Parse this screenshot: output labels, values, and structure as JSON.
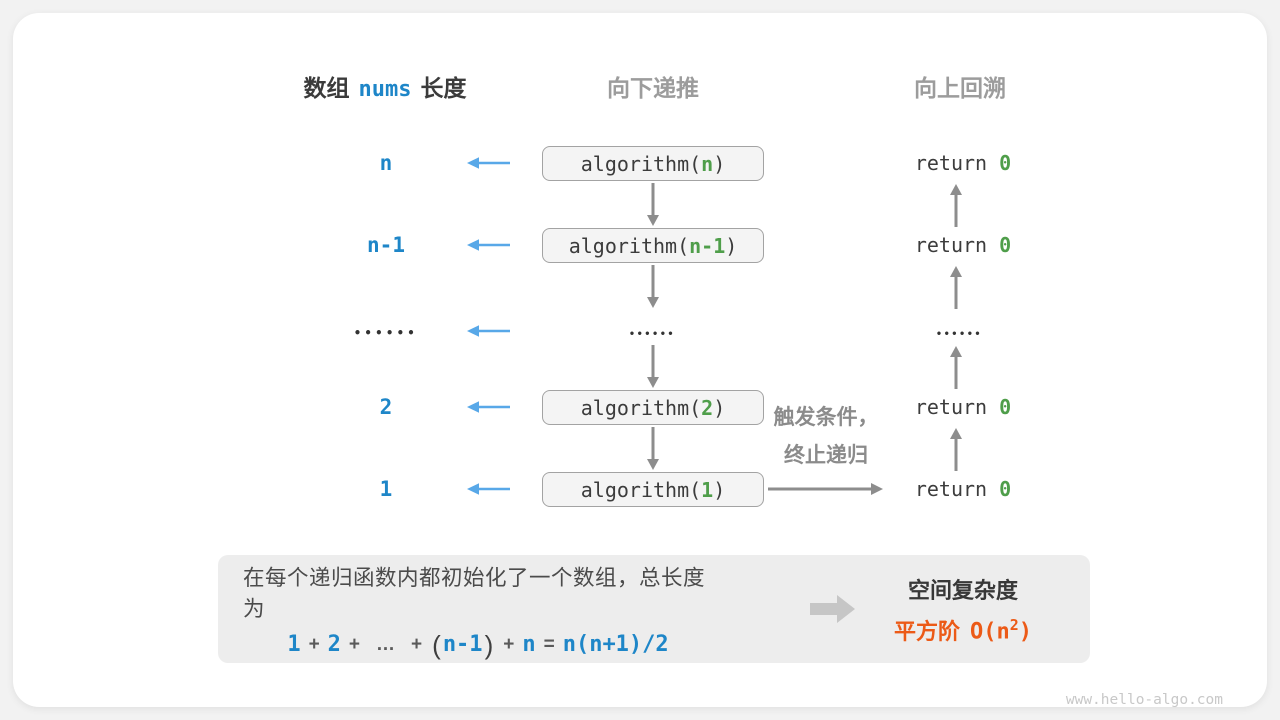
{
  "card": {
    "watermark": "www.hello-algo.com"
  },
  "colors": {
    "blue_text": "#1e86c8",
    "blue_arrow": "#58a8e8",
    "green": "#4f9e4a",
    "orange": "#ec5a17",
    "gray_arrow": "#8d8d8d",
    "gray_header": "#9c9c9c",
    "dark_text": "#3b3b3b"
  },
  "headers": {
    "left": {
      "pre": "数组",
      "code": "nums",
      "post": "长度"
    },
    "middle": "向下递推",
    "right": "向上回溯"
  },
  "rows": [
    {
      "label": "n",
      "call_pre": "algorithm(",
      "call_arg": "n",
      "call_post": ")",
      "ret_kw": "return ",
      "ret_val": "0"
    },
    {
      "label": "n-1",
      "call_pre": "algorithm(",
      "call_arg": "n-1",
      "call_post": ")",
      "ret_kw": "return ",
      "ret_val": "0"
    },
    {
      "label_dots": "••••••",
      "mid_dots": "••••••",
      "ret_dots": "••••••"
    },
    {
      "label": "2",
      "call_pre": "algorithm(",
      "call_arg": "2",
      "call_post": ")",
      "ret_kw": "return ",
      "ret_val": "0"
    },
    {
      "label": "1",
      "call_pre": "algorithm(",
      "call_arg": "1",
      "call_post": ")",
      "ret_kw": "return ",
      "ret_val": "0"
    }
  ],
  "note": {
    "line1": "触发条件，",
    "line2": "终止递归"
  },
  "summary": {
    "line1": "在每个递归函数内都初始化了一个数组，总长度为",
    "f0": "1",
    "f1": "+",
    "f2": "2",
    "f3": "+",
    "f4": "…",
    "f5": "+",
    "f6": "(",
    "f7": "n-1",
    "f8": ")",
    "f9": "+",
    "f10": "n",
    "f11": "=",
    "f12": "n(n+1)/2",
    "result_title": "空间复杂度",
    "result_prefix": "平方阶",
    "result_big_o": "O(n",
    "result_sup": "2",
    "result_close": ")"
  }
}
